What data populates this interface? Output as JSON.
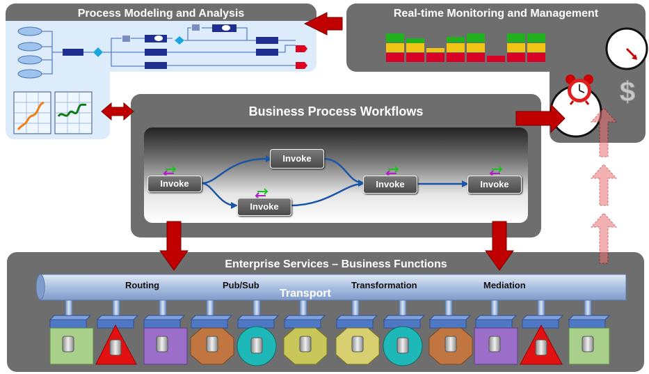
{
  "panels": {
    "modeling_title": "Process Modeling and Analysis",
    "monitoring_title": "Real-time Monitoring and Management",
    "workflows_title": "Business Process Workflows",
    "services_title": "Enterprise Services – Business Functions"
  },
  "workflow": {
    "invoke_1": "Invoke",
    "invoke_2": "Invoke",
    "invoke_3": "Invoke",
    "invoke_4": "Invoke",
    "invoke_5": "Invoke"
  },
  "bus": {
    "routing": "Routing",
    "pubsub": "Pub/Sub",
    "transformation": "Transformation",
    "mediation": "Mediation",
    "transport": "Transport"
  },
  "monitoring": {
    "dollar_symbol": "$"
  },
  "colors": {
    "panel_gray": "#6e6e6e",
    "arrow_red": "#c00000",
    "modeling_bg": "#dcecfb",
    "bus_blue": "#a9bfe0"
  }
}
